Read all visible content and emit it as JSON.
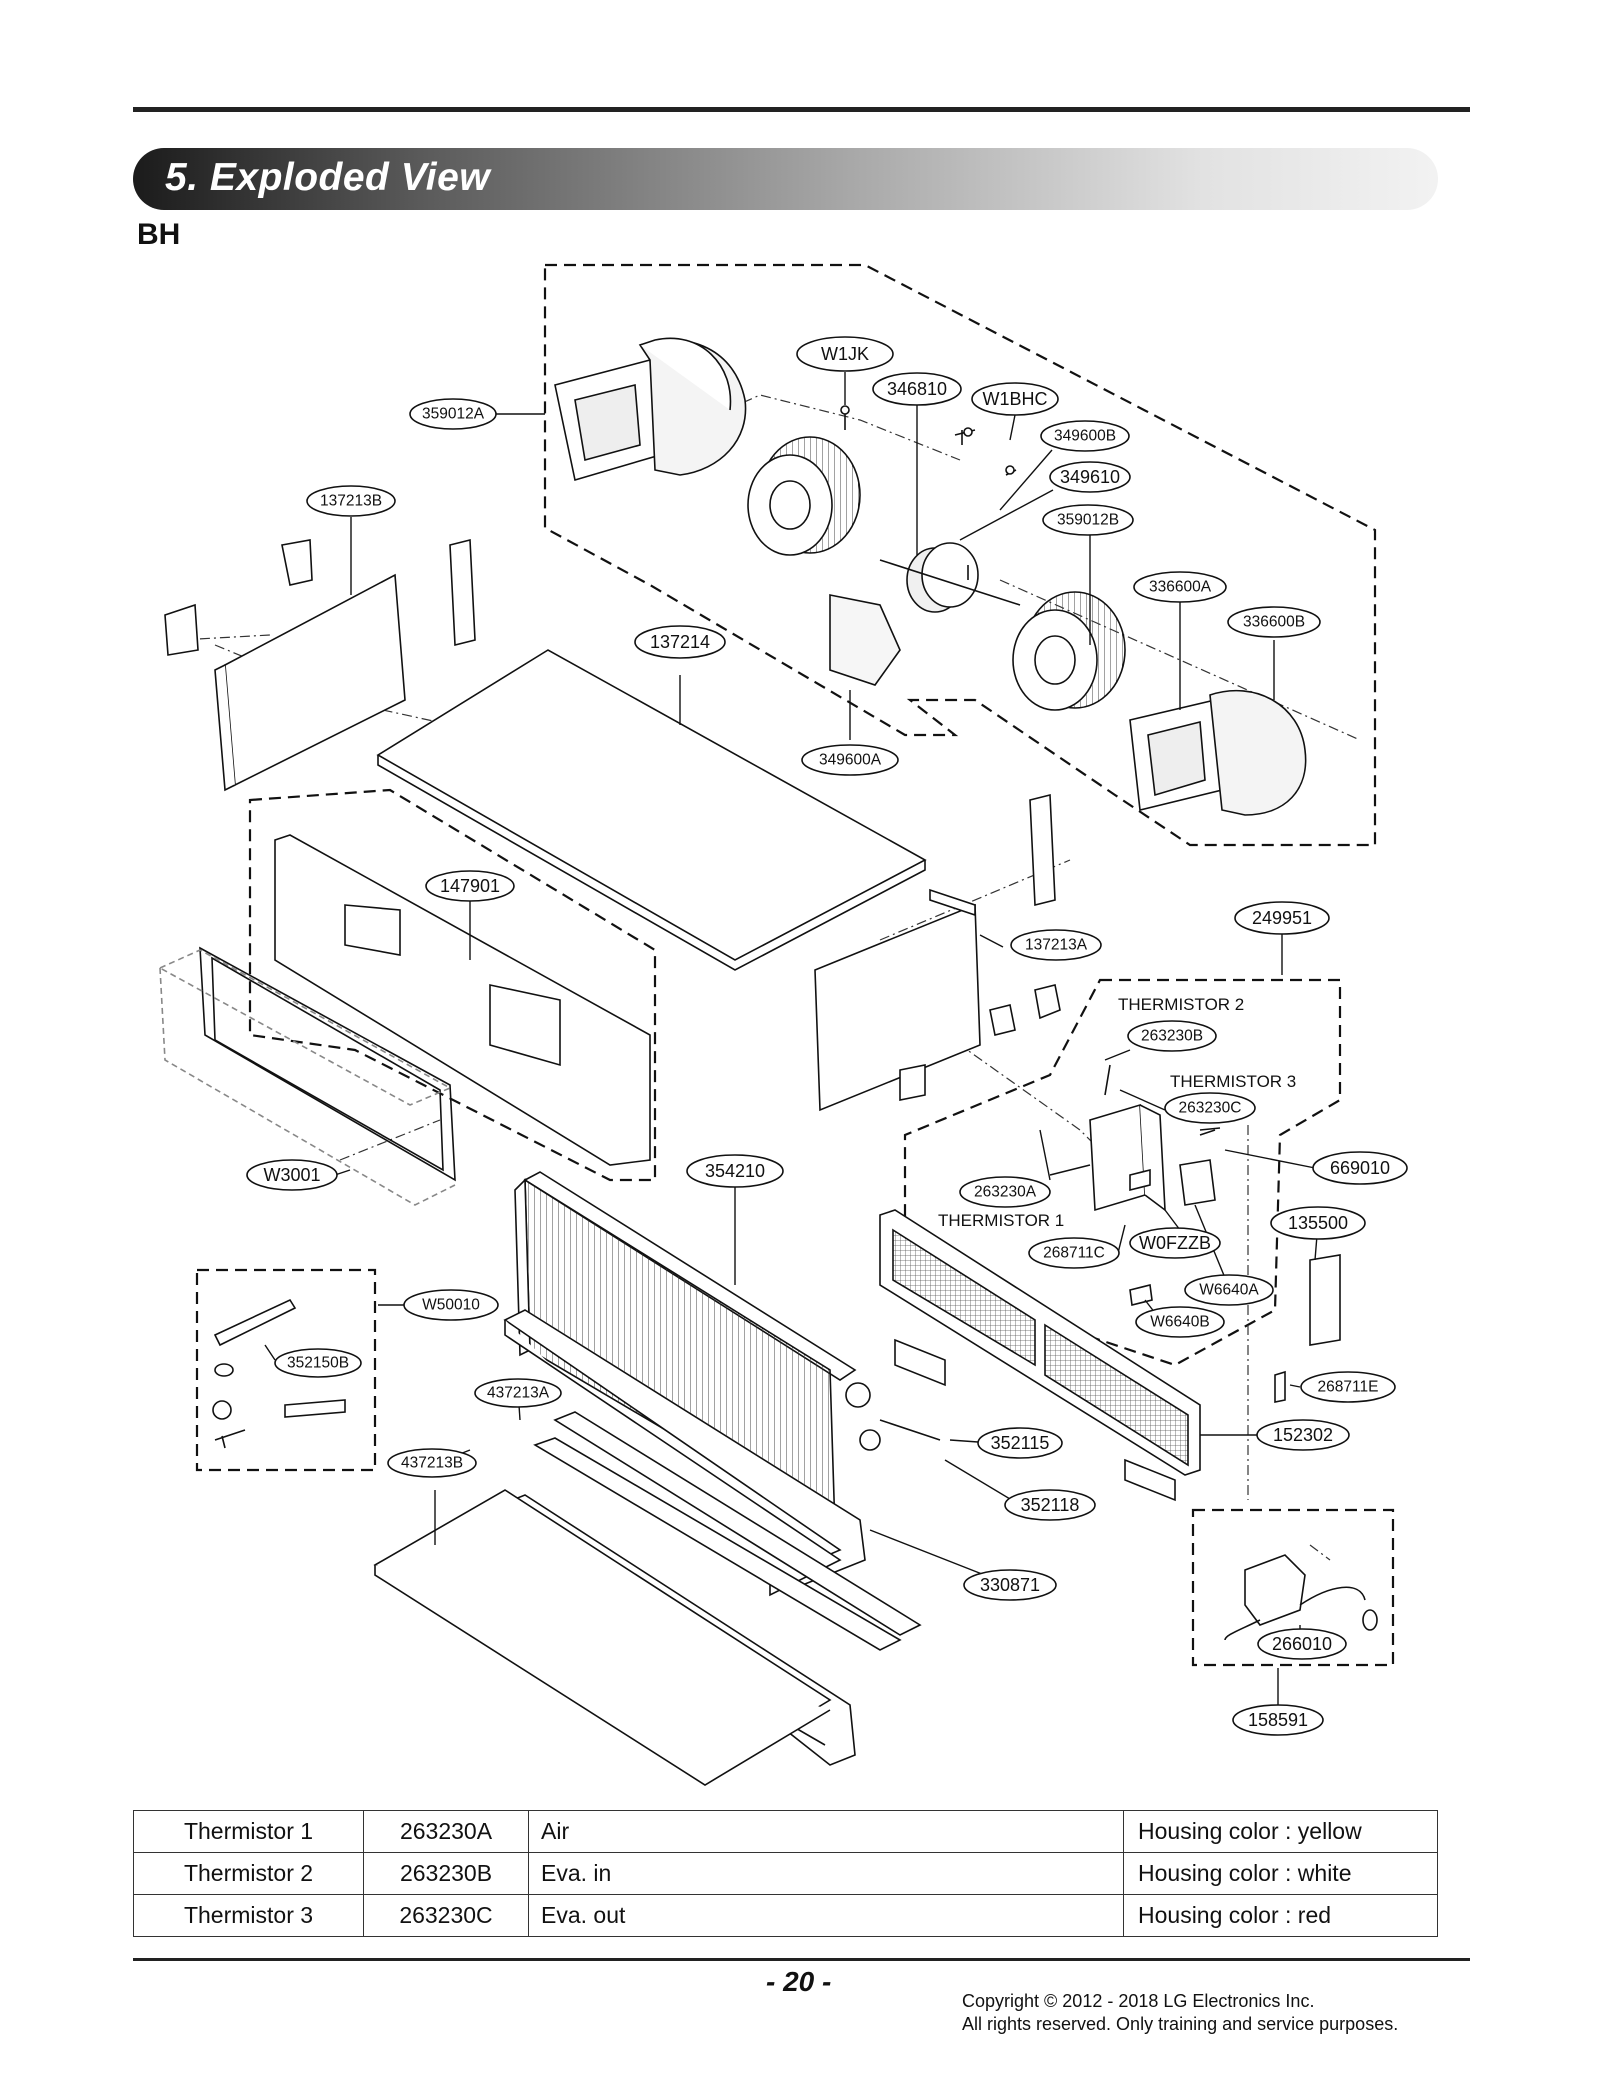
{
  "header": {
    "title": "5. Exploded View",
    "model": "BH"
  },
  "callouts": [
    "W1JK",
    "346810",
    "W1BHC",
    "359012A",
    "349600B",
    "349610",
    "359012B",
    "137213B",
    "336600A",
    "336600B",
    "137214",
    "349600A",
    "147901",
    "137213A",
    "249951",
    "263230B",
    "263230C",
    "669010",
    "263230A",
    "354210",
    "W3001",
    "135500",
    "268711C",
    "W0FZZB",
    "W6640A",
    "W6640B",
    "W50010",
    "352150B",
    "268711E",
    "437213A",
    "352115",
    "152302",
    "437213B",
    "352118",
    "330871",
    "266010",
    "158591"
  ],
  "labels": {
    "thermistor1": "THERMISTOR 1",
    "thermistor2": "THERMISTOR 2",
    "thermistor3": "THERMISTOR 3"
  },
  "table": {
    "rows": [
      [
        "Thermistor 1",
        "263230A",
        "Air",
        "Housing color : yellow"
      ],
      [
        "Thermistor 2",
        "263230B",
        "Eva. in",
        "Housing color : white"
      ],
      [
        "Thermistor 3",
        "263230C",
        "Eva. out",
        "Housing color : red"
      ]
    ]
  },
  "footer": {
    "page": "- 20 -",
    "copyright_line1": "Copyright © 2012 - 2018 LG Electronics Inc.",
    "copyright_line2": "All rights reserved. Only training and service purposes."
  }
}
